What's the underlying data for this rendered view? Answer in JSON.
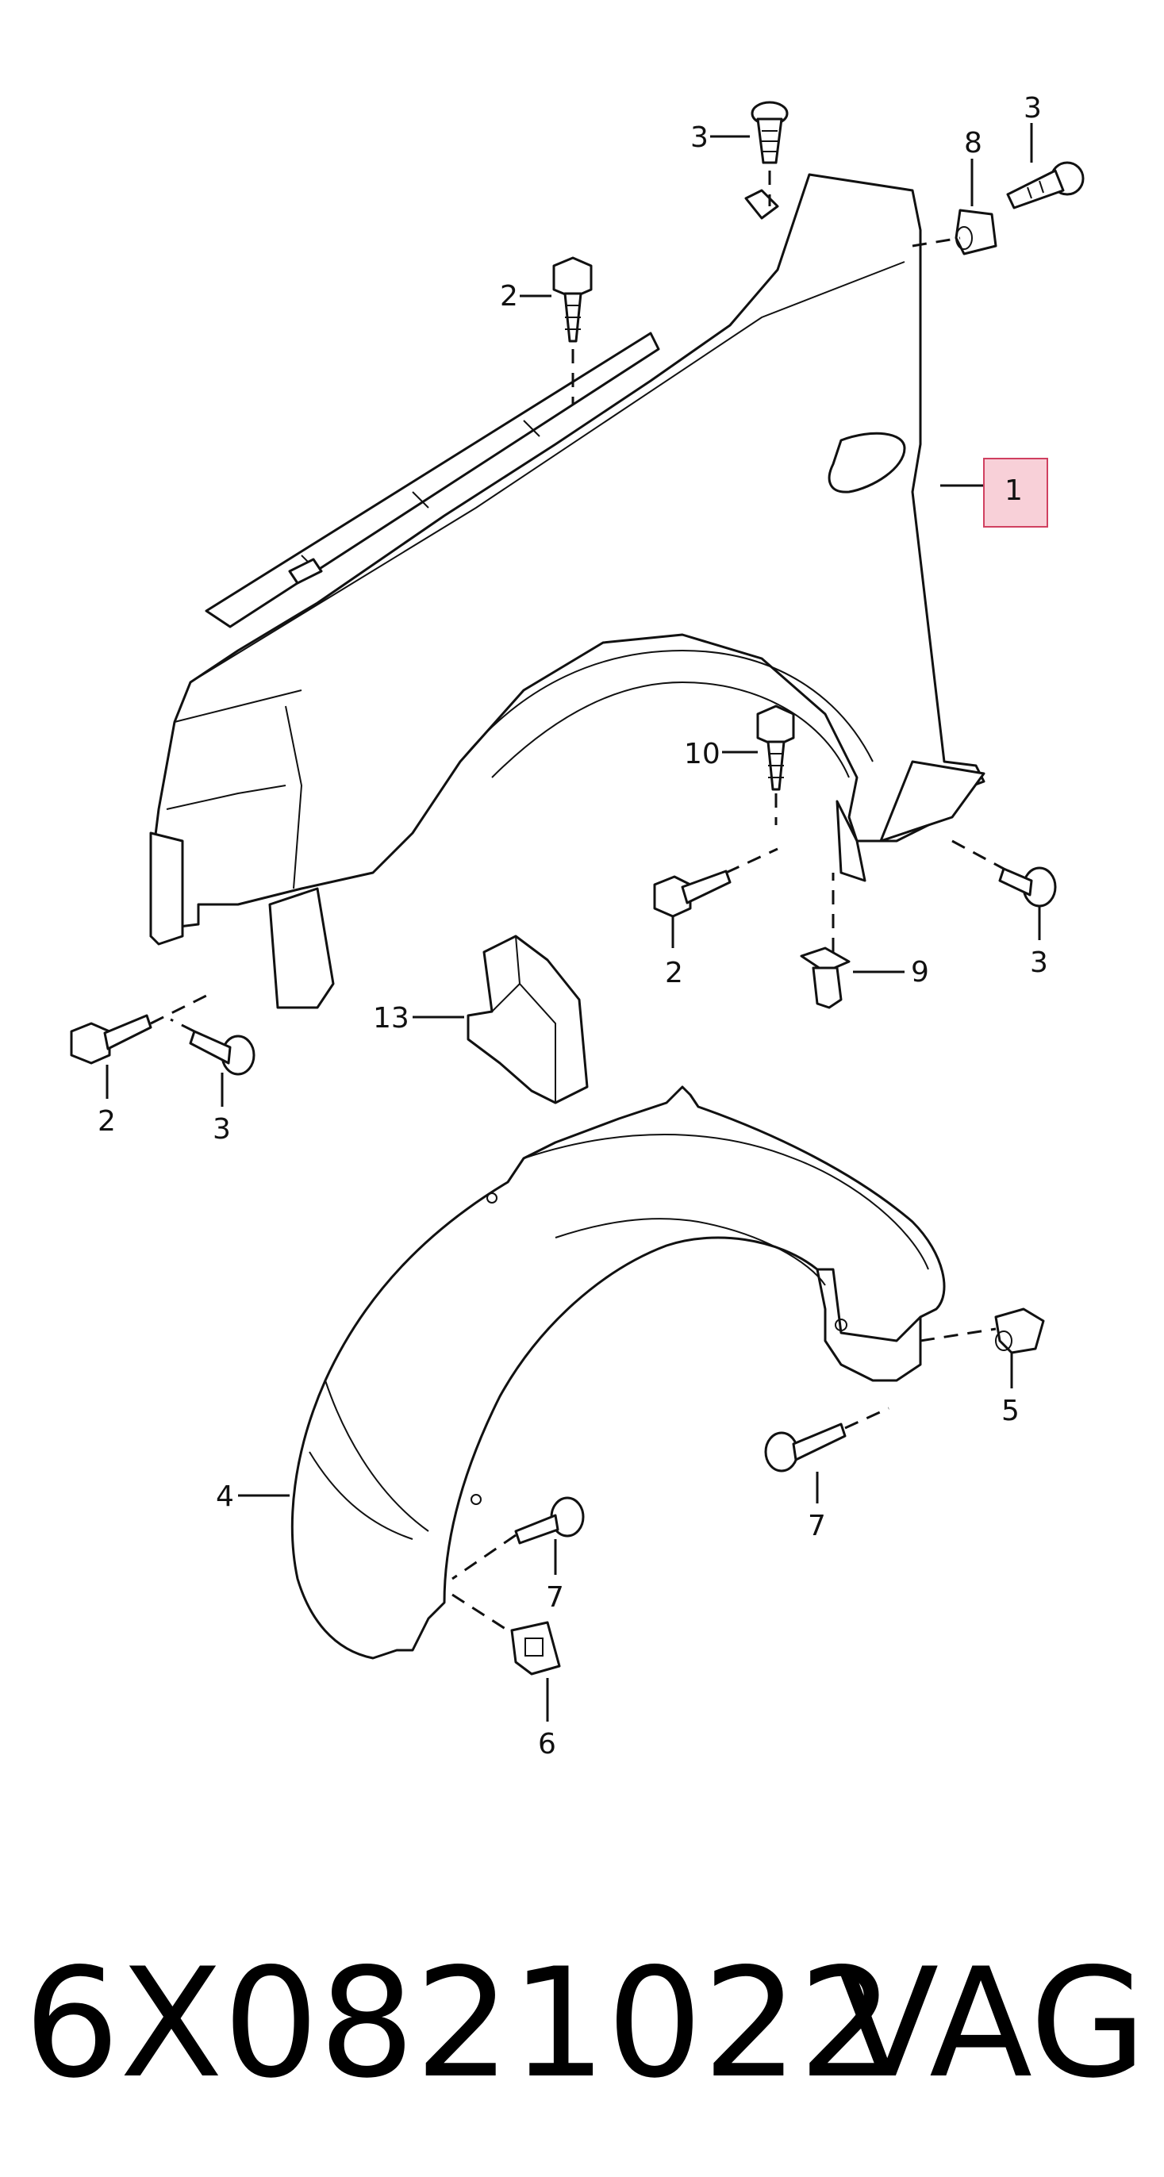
{
  "callouts": {
    "c1": "1",
    "c2_top": "2",
    "c2_mid": "2",
    "c2_left": "2",
    "c3_top": "3",
    "c3_topright": "3",
    "c3_right": "3",
    "c3_left": "3",
    "c4": "4",
    "c5": "5",
    "c6": "6",
    "c7_right": "7",
    "c7_mid": "7",
    "c8": "8",
    "c9": "9",
    "c10": "10",
    "c13": "13"
  },
  "highlight_color": "#f8d0d8",
  "highlight_border": "#d04060",
  "footer": {
    "part_number": "6X0821022",
    "brand": "VAG"
  }
}
